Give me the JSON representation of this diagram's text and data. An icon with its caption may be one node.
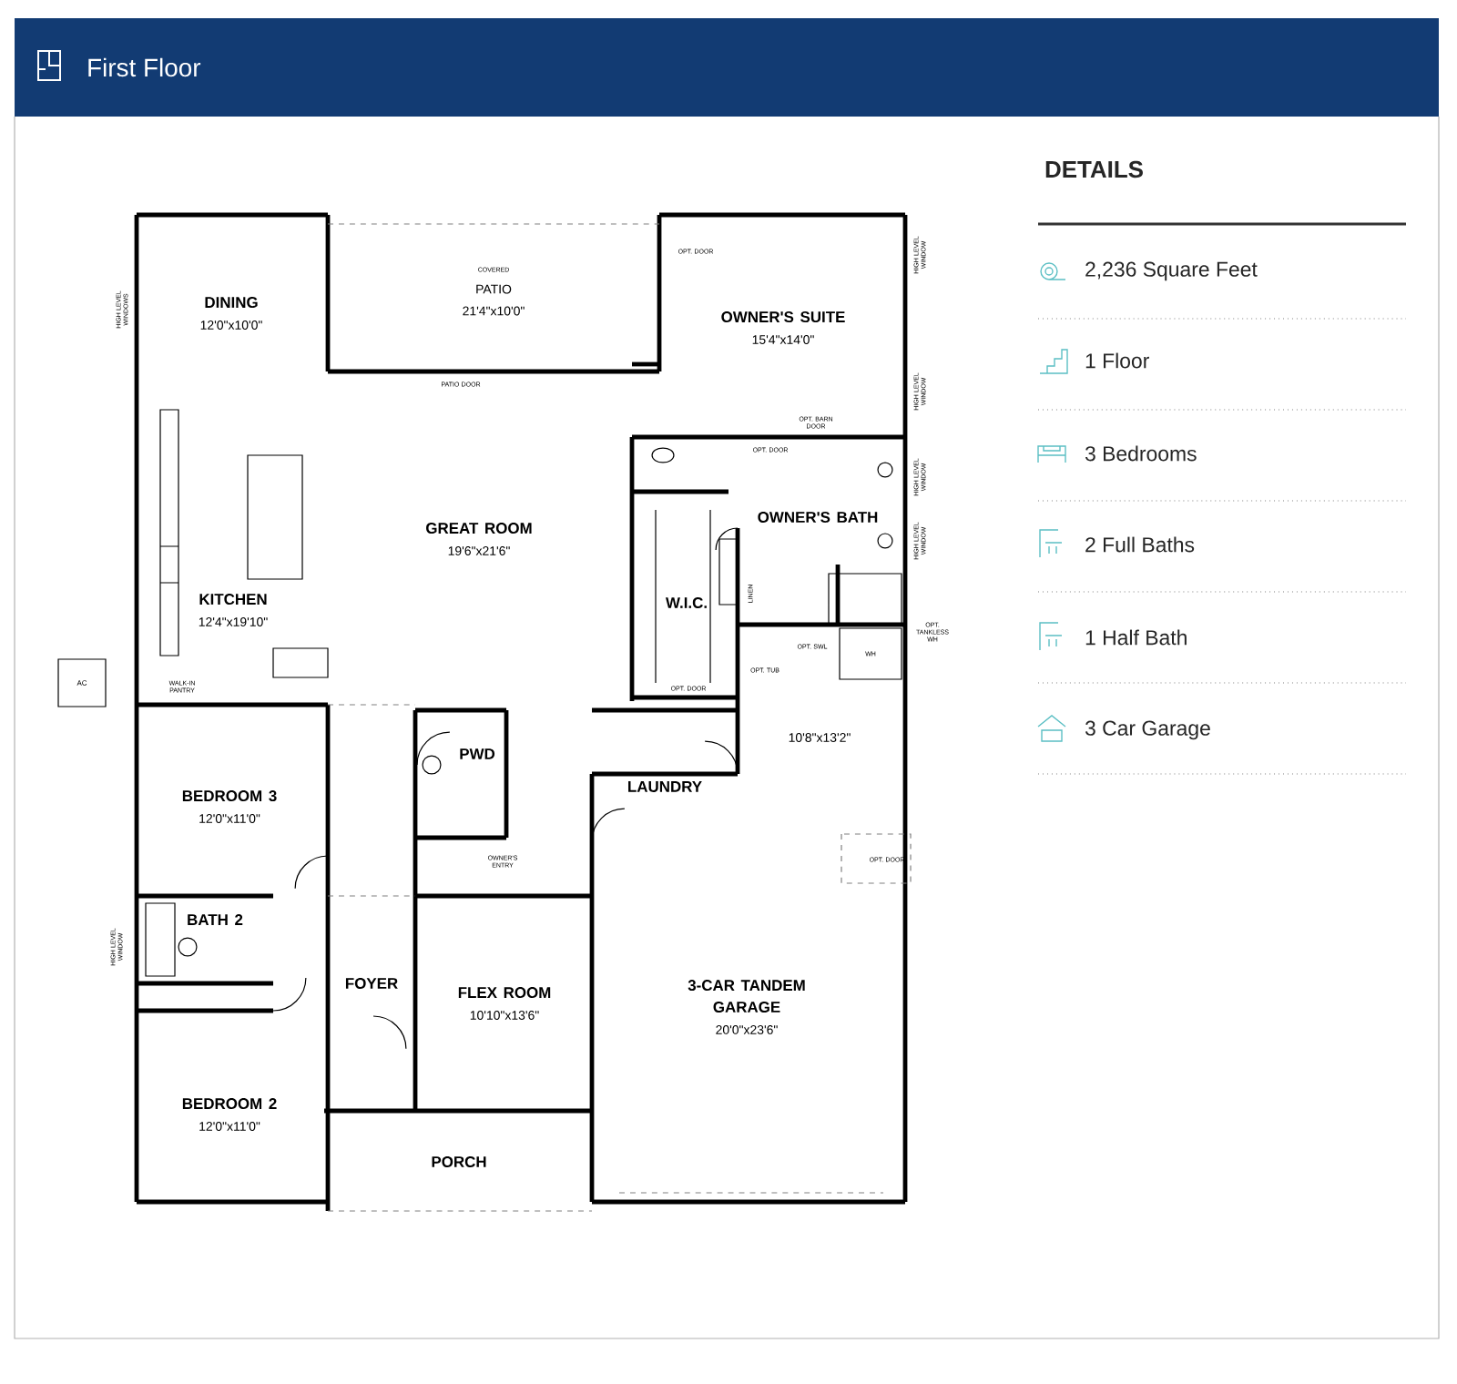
{
  "diagram": {
    "title": "First Floor",
    "nodes": [
      {
        "text": [
          "DINING",
          "12'0\"x10'0\""
        ]
      },
      {
        "text": [
          "COVERED",
          "PATIO",
          "21'4\"x10'0\""
        ]
      },
      {
        "text": [
          "OWNER'S SUITE",
          "15'4\"x14'0\""
        ]
      },
      {
        "text": [
          "GREAT ROOM",
          "19'6\"x21'6\""
        ]
      },
      {
        "text": [
          "OWNER'S BATH"
        ]
      },
      {
        "text": [
          "W.I.C."
        ]
      },
      {
        "text": [
          "KITCHEN",
          "12'4\"x19'10\""
        ]
      },
      {
        "text": [
          "AC"
        ]
      },
      {
        "text": [
          "PWD"
        ]
      },
      {
        "text": [
          "LAUNDRY"
        ]
      },
      {
        "text": [
          "BEDROOM 3",
          "12'0\"x11'0\""
        ]
      },
      {
        "text": [
          "BATH 2"
        ]
      },
      {
        "text": [
          "FOYER"
        ]
      },
      {
        "text": [
          "FLEX ROOM",
          "10'10\"x13'6\""
        ]
      },
      {
        "text": [
          "3-CAR TANDEM GARAGE",
          "20'0\"x23'6\""
        ]
      },
      {
        "text": [
          "BEDROOM 2",
          "12'0\"x11'0\""
        ]
      },
      {
        "text": [
          "PORCH"
        ]
      }
    ],
    "labels": [
      "DETAILS",
      "2,236 Square Feet",
      "1 Floor",
      "3 Bedrooms",
      "2 Full Baths",
      "1 Half Bath",
      "3 Car Garage",
      "HIGH LEVEL WINDOWS",
      "OPT. DOOR",
      "HIGH LEVEL WINDOW",
      "PATIO DOOR",
      "HIGH LEVEL WINDOW",
      "OPT. BARN DOOR",
      "OPT. DOOR",
      "HIGH LEVEL WINDOW",
      "HIGH LEVEL WINDOW",
      "LINEN",
      "OPT. TANKLESS WH",
      "WH",
      "OPT. TUB",
      "OPT. SWL",
      "OPT. DOOR",
      "WALK-IN PANTRY",
      "10'8\"x13'2\"",
      "OWNER'S ENTRY",
      "OPT. DOOR",
      "HIGH LEVEL WINDOW"
    ]
  }
}
